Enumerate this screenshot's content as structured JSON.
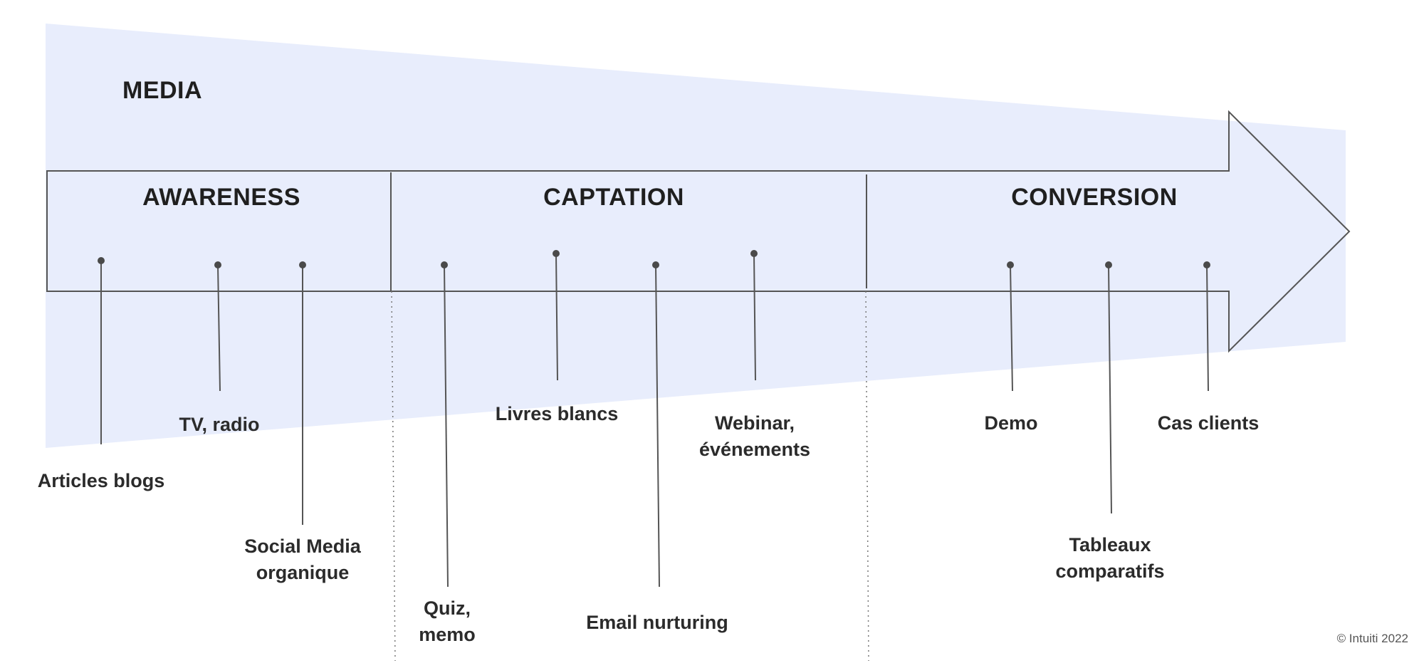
{
  "media_label": "MEDIA",
  "stages": {
    "awareness": "AWARENESS",
    "captation": "CAPTATION",
    "conversion": "CONVERSION"
  },
  "items": {
    "articles_blogs": "Articles blogs",
    "tv_radio": "TV, radio",
    "social_media_1": "Social Media",
    "social_media_2": "organique",
    "quiz_1": "Quiz,",
    "quiz_2": "memo",
    "livres_blancs": "Livres blancs",
    "email_nurturing": "Email nurturing",
    "webinar_1": "Webinar,",
    "webinar_2": "événements",
    "demo": "Demo",
    "tableaux_1": "Tableaux",
    "tableaux_2": "comparatifs",
    "cas_clients": "Cas clients"
  },
  "copyright": "© Intuiti 2022",
  "colors": {
    "funnel_fill": "#e8edfc",
    "outline": "#555555",
    "dot": "#4a4a4a"
  }
}
